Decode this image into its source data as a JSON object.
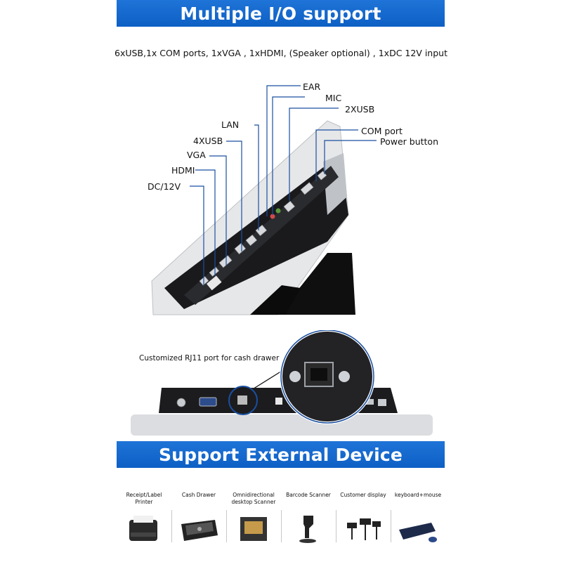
{
  "header": {
    "title": "Multiple I/O support"
  },
  "subtitle": "6xUSB,1x COM ports, 1xVGA , 1xHDMI, (Speaker optional) , 1xDC 12V input",
  "port_labels": {
    "ear": "EAR",
    "mic": "MIC",
    "usb2": "2XUSB",
    "lan": "LAN",
    "com": "COM port",
    "power": "Power button",
    "usb4": "4XUSB",
    "vga": "VGA",
    "hdmi": "HDMI",
    "dc": "DC/12V"
  },
  "rj11_caption": "Customized RJ11 port for cash drawer",
  "section2": {
    "title": "Support External Device"
  },
  "devices": [
    {
      "label": "Receipt/Label Printer",
      "icon": "printer-icon"
    },
    {
      "label": "Cash Drawer",
      "icon": "cash-drawer-icon"
    },
    {
      "label": "Omnidirectional desktop Scanner",
      "icon": "desktop-scanner-icon"
    },
    {
      "label": "Barcode Scanner",
      "icon": "barcode-scanner-icon"
    },
    {
      "label": "Customer display",
      "icon": "customer-display-icon"
    },
    {
      "label": "keyboard+mouse",
      "icon": "keyboard-mouse-icon"
    }
  ],
  "colors": {
    "banner": "#0d5fc4",
    "leader_line": "#1a4fa0"
  }
}
